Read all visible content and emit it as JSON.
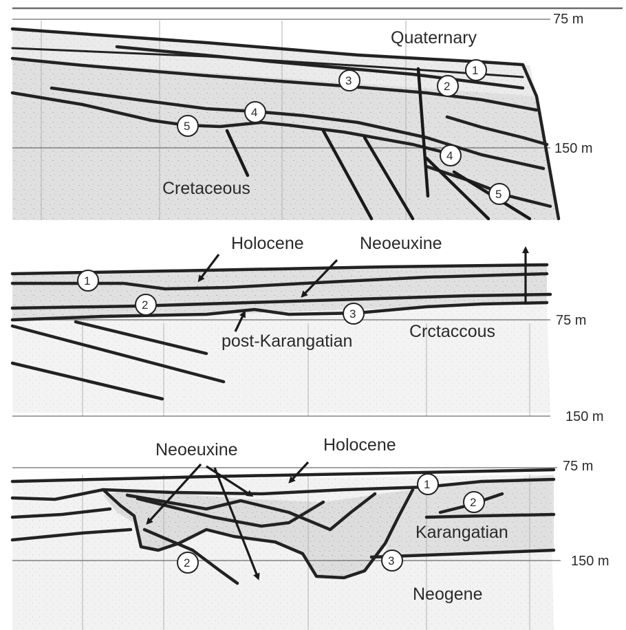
{
  "panel_a": {
    "depth_top": "75 m",
    "depth_mid": "150 m",
    "label_quaternary": "Quaternary",
    "label_cretaceous": "Cretaceous",
    "markers": [
      "1",
      "2",
      "3",
      "4",
      "5",
      "4",
      "5"
    ]
  },
  "panel_b": {
    "depth_mid": "75 m",
    "depth_bottom": "150 m",
    "label_holocene": "Holocene",
    "label_neoeuxine": "Neoeuxine",
    "label_post_karangatian": "post-Karangatian",
    "label_cretaceous": "Crctaccous",
    "markers": [
      "1",
      "2",
      "3"
    ]
  },
  "panel_c": {
    "depth_top": "75 m",
    "depth_mid": "150 m",
    "label_neoeuxine": "Neoeuxine",
    "label_holocene": "Holocene",
    "label_karangatian": "Karangatian",
    "label_neogene": "Neogene",
    "markers": [
      "1",
      "2",
      "2",
      "3"
    ]
  },
  "colors": {
    "ink": "#222222",
    "background": "#ffffff",
    "fill_light": "#d4d4d4",
    "fill_mid": "#bdbdbd"
  }
}
